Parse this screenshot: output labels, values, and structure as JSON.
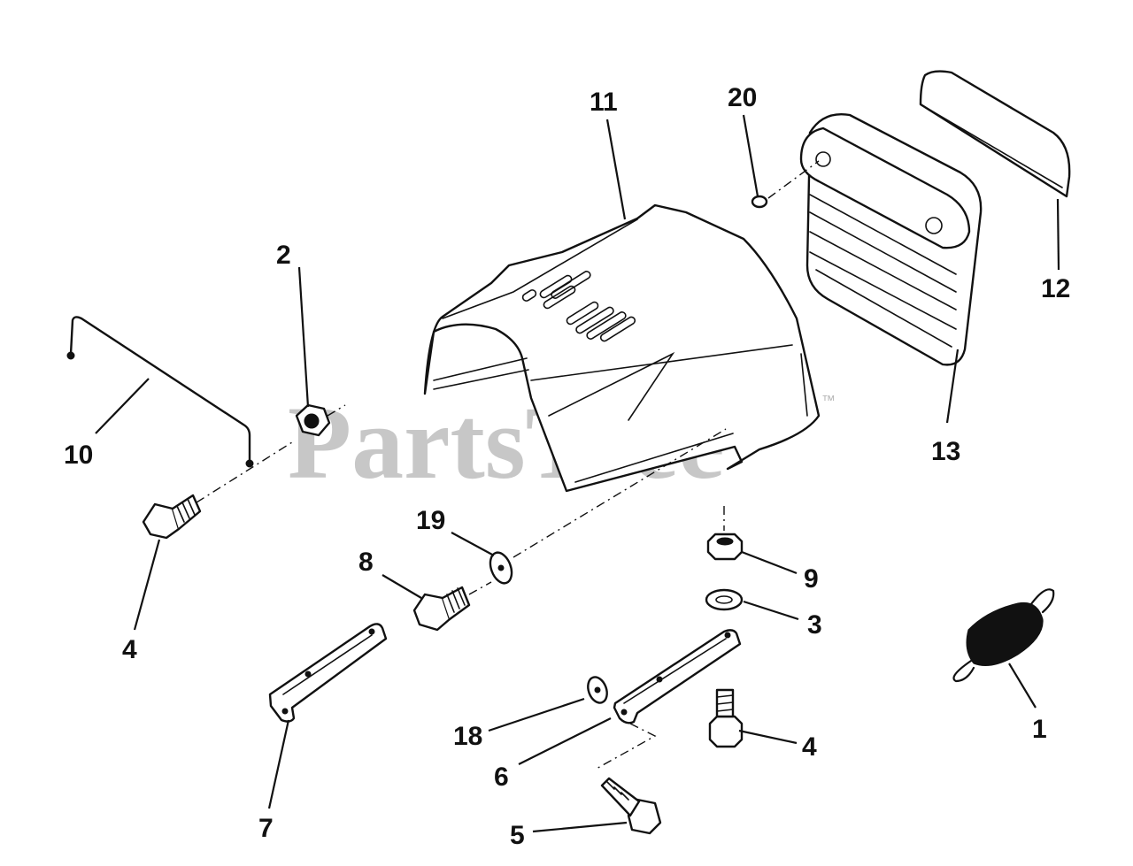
{
  "watermark": {
    "text": "PartsTree",
    "mark": "™"
  },
  "colors": {
    "line": "#111111",
    "background": "#ffffff",
    "watermark": "#b5b5b5"
  },
  "callouts": {
    "c1": "1",
    "c2": "2",
    "c3": "3",
    "c4a": "4",
    "c4b": "4",
    "c5": "5",
    "c6": "6",
    "c7": "7",
    "c8": "8",
    "c9": "9",
    "c10": "10",
    "c11": "11",
    "c12": "12",
    "c13": "13",
    "c18": "18",
    "c19": "19",
    "c20": "20"
  }
}
